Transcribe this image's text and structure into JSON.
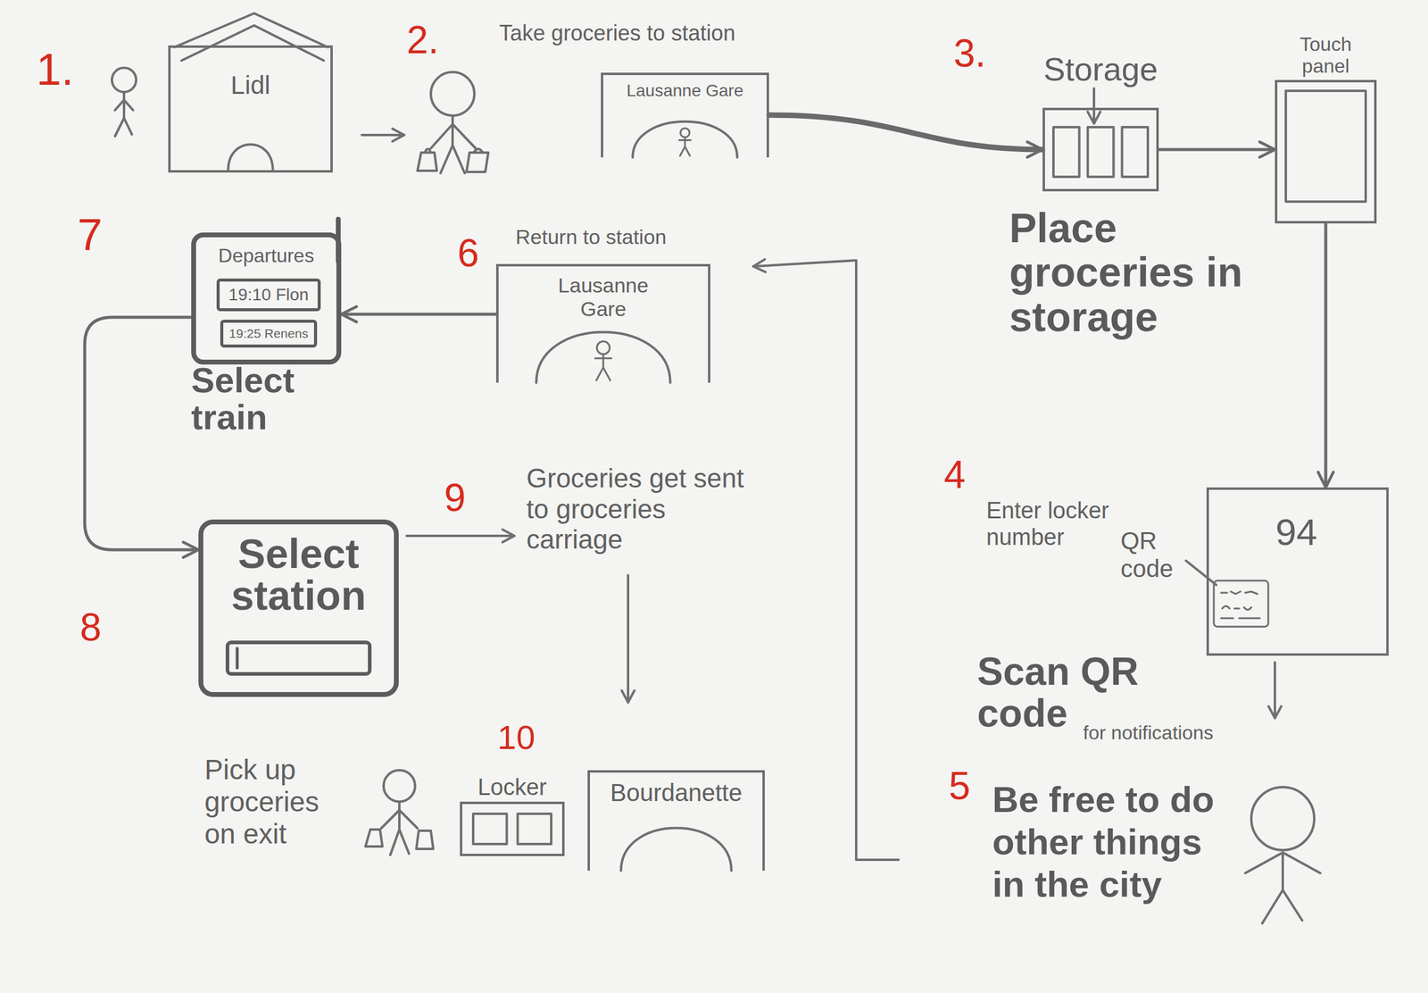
{
  "diagram": {
    "nodes": [
      {
        "text": [
          "Lidl"
        ]
      },
      {
        "text": [
          "Lausanne Gare"
        ]
      },
      {
        "text": [
          "Storage"
        ]
      },
      {
        "text": [
          "Touch panel"
        ]
      },
      {
        "text": [
          "Departures"
        ]
      },
      {
        "text": [
          "19:10 Flon"
        ],
        "in": 4
      },
      {
        "text": [
          "19:25 Renens"
        ],
        "in": 4
      },
      {
        "text": [
          "Lausanne Gare"
        ]
      },
      {
        "text": [
          "Select station"
        ]
      },
      {
        "text": [
          "94"
        ]
      },
      {
        "text": [
          "Locker"
        ]
      },
      {
        "text": [
          "Bourdanette"
        ]
      }
    ],
    "edges": [
      {
        "from": 1,
        "to": 2,
        "arrow": "to"
      },
      {
        "from": 2,
        "to": 3,
        "arrow": "to"
      },
      {
        "from": 3,
        "to": 9,
        "arrow": "to"
      },
      {
        "from": 7,
        "to": 4,
        "arrow": "to"
      },
      {
        "from": 4,
        "to": 8,
        "arrow": "to"
      }
    ],
    "labels": [
      "1.",
      "2.",
      "Take groceries to station",
      "3.",
      "Place groceries in storage",
      "7",
      "Select train",
      "6",
      "Return to station",
      "4",
      "Enter locker number",
      "QR code",
      "9",
      "Groceries get sent to groceries carriage",
      "8",
      "Scan QR code",
      "for notifications",
      "10",
      "5",
      "Be free to do other things in the city",
      "Pick up groceries on exit"
    ]
  }
}
